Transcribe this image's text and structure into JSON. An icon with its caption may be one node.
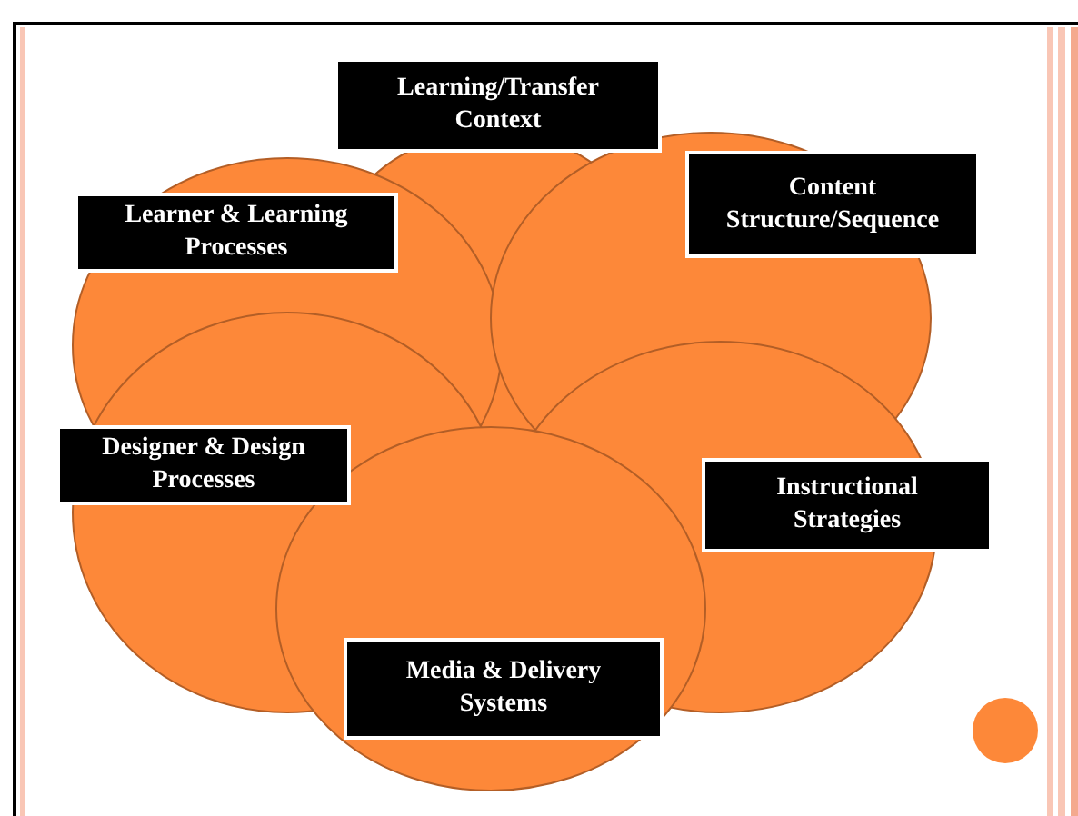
{
  "diagram": {
    "nodes": [
      {
        "text": [
          "Learning/Transfer Context"
        ]
      },
      {
        "text": [
          "Learner & Learning Processes"
        ]
      },
      {
        "text": [
          "Content Structure/Sequence"
        ]
      },
      {
        "text": [
          "Designer & Design Processes"
        ]
      },
      {
        "text": [
          "Instructional Strategies"
        ]
      },
      {
        "text": [
          "Media & Delivery Systems"
        ]
      }
    ]
  }
}
